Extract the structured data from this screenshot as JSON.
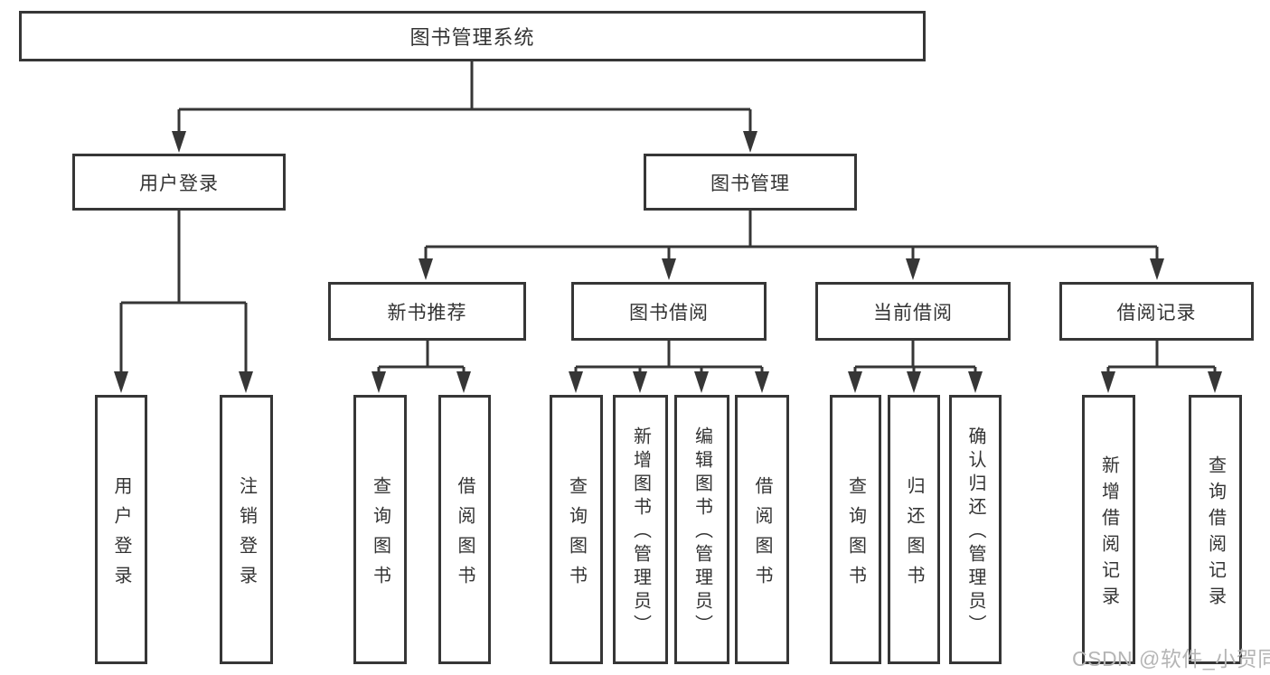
{
  "diagram": {
    "root": {
      "label": "图书管理系统"
    },
    "branches": [
      {
        "label": "用户登录",
        "children": [
          "用户登录",
          "注销登录"
        ]
      },
      {
        "label": "图书管理",
        "groups": [
          {
            "label": "新书推荐",
            "children": [
              "查询图书",
              "借阅图书"
            ]
          },
          {
            "label": "图书借阅",
            "children": [
              "查询图书",
              "新增图书（管理员）",
              "编辑图书（管理员）",
              "借阅图书"
            ]
          },
          {
            "label": "当前借阅",
            "children": [
              "查询图书",
              "归还图书",
              "确认归还（管理员）"
            ]
          },
          {
            "label": "借阅记录",
            "children": [
              "新增借阅记录",
              "查询借阅记录"
            ]
          }
        ]
      }
    ],
    "watermark": "CSDN @软件_小贺同学",
    "colors": {
      "line": "#363636",
      "box_border": "#363636",
      "box_fill": "#ffffff",
      "text": "#333333",
      "watermark": "#b5b5b5",
      "background": "#ffffff"
    }
  }
}
